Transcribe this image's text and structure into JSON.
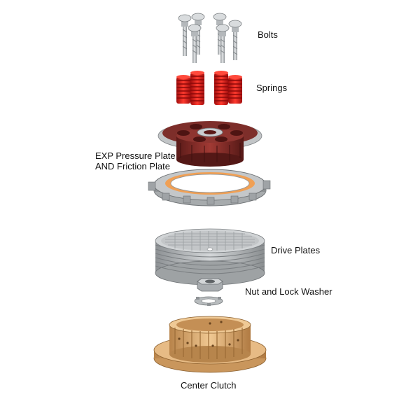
{
  "labels": {
    "bolts": "Bolts",
    "springs": "Springs",
    "exp_line1": "EXP Pressure Plate",
    "exp_line2": "AND Friction Plate",
    "drive_plates": "Drive Plates",
    "nut_washer": "Nut and Lock Washer",
    "center_clutch": "Center Clutch"
  },
  "colors": {
    "background": "#ffffff",
    "bolt_metal": "#c9cdd0",
    "spring_red": "#d61818",
    "pressure_plate": "#7a2a26",
    "friction_orange": "#f0a055",
    "plate_gray": "#b9bcbe",
    "clutch_tan": "#d9a86c"
  }
}
